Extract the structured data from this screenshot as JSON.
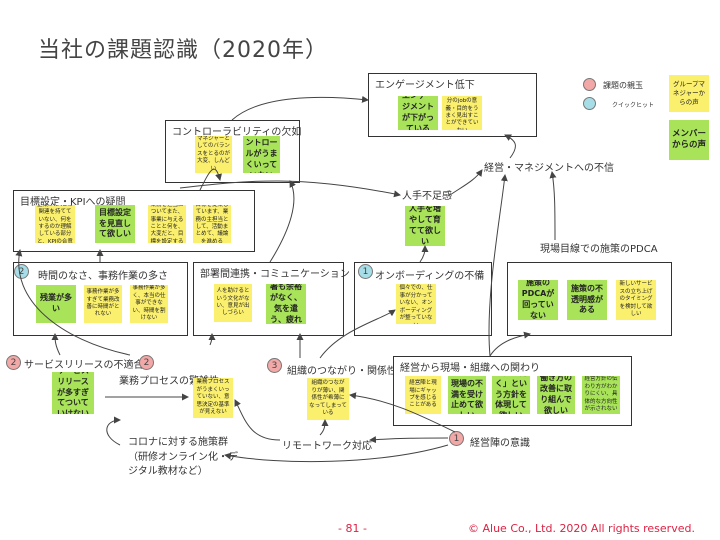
{
  "title": "当社の課題認識（2020年）",
  "legend": {
    "issue_core": "課題の親玉",
    "quick_hit": "クイックヒット",
    "group_manager_note": "グループマネジャーからの声",
    "member_note": "メンバーからの声"
  },
  "boxes": {
    "engagement": "エンゲージメント低下",
    "controllability": "コントローラビリティの欠如",
    "goal_kpi": "目標設定・KPIへの疑問",
    "time_shortage": "時間のなさ、事務作業の多さ",
    "cross_dept": "部署間連携・コミュニケーション",
    "onboarding": "オンボーディングの不備",
    "field_pdca": "",
    "mgmt_involvement": "経営から現場・組織への関わり"
  },
  "free_labels": {
    "mgmt_distrust": "経営・マネジメントへの不信",
    "staff_shortage": "人手不足感",
    "field_pdca": "現場目線での施策のPDCA",
    "service_release": "サービスリリースの不適合",
    "business_process": "業務プロセスの繁雑性",
    "org_connection": "組織のつながり・関係性",
    "corona_measures": "コロナに対する施策群（研修オンライン化・デジタル教材など）",
    "remote_work": "リモートワーク対応",
    "executive_awareness": "経営陣の意識"
  },
  "circles": {
    "time_shortage": "2",
    "onboarding": "1",
    "service_release": "2",
    "business_process": "2",
    "org_connection": "3",
    "executive_awareness": "1"
  },
  "notes": {
    "eng_g": "エンゲージメントが下がっている",
    "eng_y": "プロパガ、自分のjobの意義・目的をうまく見出すことができていない",
    "ctrl_y": "マネジャーとしてのバランスをとるのが大変、しんどい",
    "ctrl_g": "セルフコントロールがうまくいっていない",
    "kpi_y1": "企業がKPIとの関連を持てていない、何をするのか理解している部分と、KPIの合意",
    "kpi_g": "目標設定を見直して欲しい",
    "kpi_y2": "業務を担当についてまた、事業に与えることと何を、大変だと、目標を設定する",
    "kpi_y3": "目標を提案しています、業務の主担当として、活動まとめて、議論を進める",
    "time_g": "残業が多い",
    "time_y1": "事務作業が多すぎて業務改善に時間がとれない",
    "time_y2": "事務作業が多く、本当の仕事ができない、時間を割けない",
    "dept_y": "人を助けるという文化がない、意見が出しづらい",
    "dept_g": "どこの部署も余裕がなく、気を遣う、疲れる",
    "onb_y": "初期教育は個々での、仕事が分かっていない、オンボーディングが整っていない",
    "staff_g": "人手を増やして育てて欲しい",
    "pdca_g1": "施策のPDCAが回っていない",
    "pdca_g2": "施策の不透明感がある",
    "pdca_y": "新しいサービスの立ち上げのタイミングを検討して欲しい",
    "svc_g": "サービスリリースが多すぎてついていけない",
    "bp_y": "業務プロセスがうまくいっていない、意思決定の基準が見えない",
    "org_y": "組織のつながりが薄い、関係性が希薄になってしまっている",
    "mg_y": "経営陣と現場にギャップを感じることがある",
    "mg_g1": "上の人に現場の不満を受け止めて欲しい",
    "mg_g2": "「良く働く」という方針を体現して欲しい",
    "mg_g3": "働き方の改善に取り組んで欲しい",
    "mg_g4": "経営方針の伝わり方がわかりにくい、具体的な方向性が示されない"
  },
  "footer": {
    "page": "- 81 -",
    "copyright": "© Alue Co., Ltd.  2020  All rights reserved."
  },
  "colors": {
    "yellow_note": "#fbef6e",
    "green_note": "#a8e35a",
    "red_circle": "#f1a8a6",
    "blue_circle": "#a7dde6"
  }
}
